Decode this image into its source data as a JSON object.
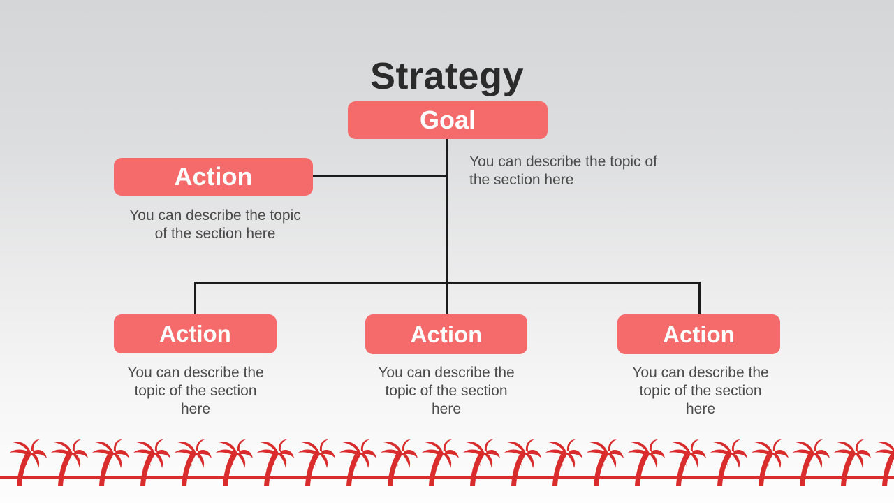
{
  "slide": {
    "title": "Strategy",
    "colors": {
      "box_fill": "#F56B6B",
      "box_text": "#FFFFFF",
      "connector": "#1B1B1B",
      "palm": "#D92C2C",
      "title_text": "#2B2B2B",
      "body_text": "#4A4A4A"
    },
    "goal": {
      "label": "Goal",
      "description_lines": [
        "You can describe the topic of",
        "the section here"
      ]
    },
    "action_branch": {
      "label": "Action",
      "description_lines": [
        "You can describe the topic",
        "of the section here"
      ]
    },
    "actions_bottom": [
      {
        "label": "Action",
        "description_lines": [
          "You can describe the",
          "topic of the section",
          "here"
        ]
      },
      {
        "label": "Action",
        "description_lines": [
          "You can describe the",
          "topic of the section",
          "here"
        ]
      },
      {
        "label": "Action",
        "description_lines": [
          "You can describe the",
          "topic of the section",
          "here"
        ]
      }
    ]
  }
}
